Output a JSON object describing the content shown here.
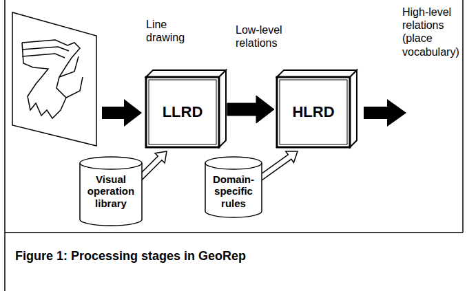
{
  "diagram": {
    "caption": "Figure 1: Processing stages in GeoRep",
    "nodes": [
      {
        "text": [
          "LLRD"
        ]
      },
      {
        "text": [
          "HLRD"
        ]
      },
      {
        "text": [
          "Visual operation library"
        ]
      },
      {
        "text": [
          "Domain-specific rules"
        ]
      }
    ],
    "edges": [
      {
        "from": 0,
        "to": 1,
        "arrow": "to"
      },
      {
        "from": 2,
        "to": 0,
        "arrow": "to"
      },
      {
        "from": 3,
        "to": 1,
        "arrow": "to"
      }
    ],
    "labels": [
      "Line drawing",
      "Low-level relations",
      "High-level relations (place vocabulary)"
    ]
  }
}
